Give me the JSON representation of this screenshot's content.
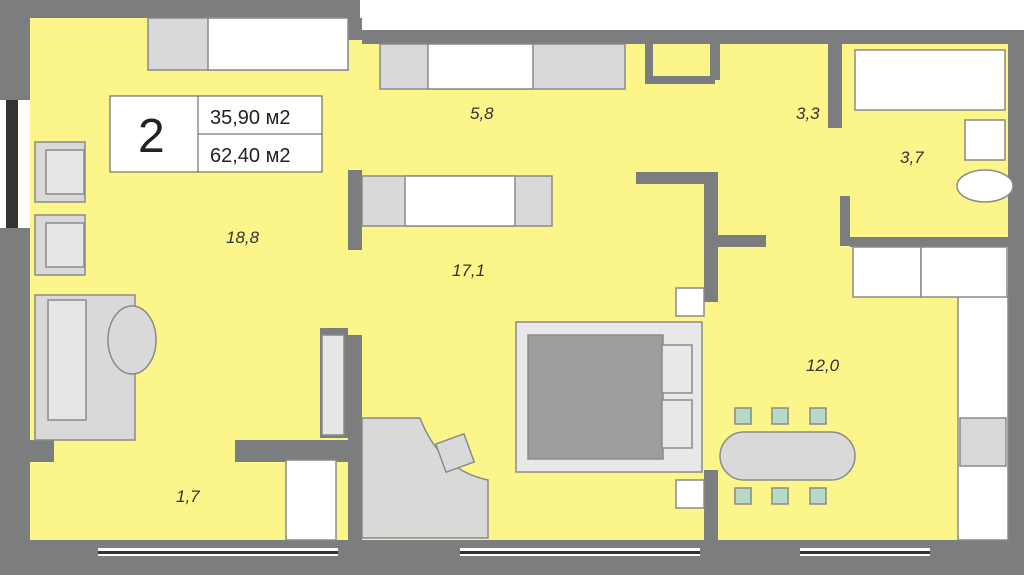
{
  "info": {
    "rooms": "2",
    "living_area": "35,90 м2",
    "total_area": "62,40 м2"
  },
  "rooms": [
    {
      "id": "living",
      "area": "18,8"
    },
    {
      "id": "wardrobe",
      "area": "5,8"
    },
    {
      "id": "hall",
      "area": "3,3"
    },
    {
      "id": "bath",
      "area": "3,7"
    },
    {
      "id": "bedroom",
      "area": "17,1"
    },
    {
      "id": "kitchen",
      "area": "12,0"
    },
    {
      "id": "balcony",
      "area": "1,7"
    }
  ],
  "colors": {
    "floor": "#fbf58a",
    "wall": "#7b7d7f",
    "furniture": "#d9d9d9",
    "furniture_stroke": "#8a8a8a",
    "outside": "#ffffff"
  }
}
